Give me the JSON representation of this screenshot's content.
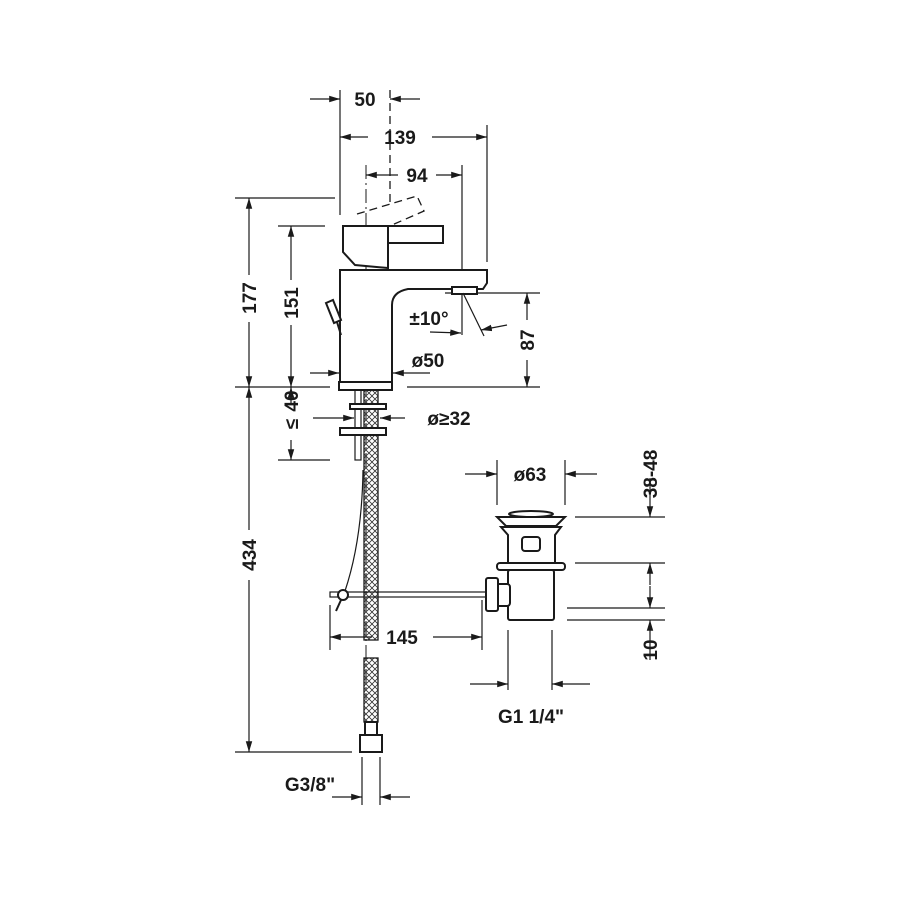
{
  "drawing": {
    "dimensions": {
      "handle_offset": "50",
      "total_depth": "139",
      "spout_reach": "94",
      "total_height": "177",
      "handle_height": "151",
      "spout_height": "87",
      "spout_angle": "±10°",
      "body_diameter": "ø50",
      "max_deck_thickness_symbol": "≤",
      "max_deck_thickness": "40",
      "hole_diameter": "ø≥32",
      "hose_length": "434",
      "pull_rod_length": "145",
      "hose_connection": "G3/8\"",
      "waste_diameter": "ø63",
      "waste_height_range": "38-48",
      "waste_offset": "10",
      "waste_thread": "G1 1/4\""
    }
  }
}
